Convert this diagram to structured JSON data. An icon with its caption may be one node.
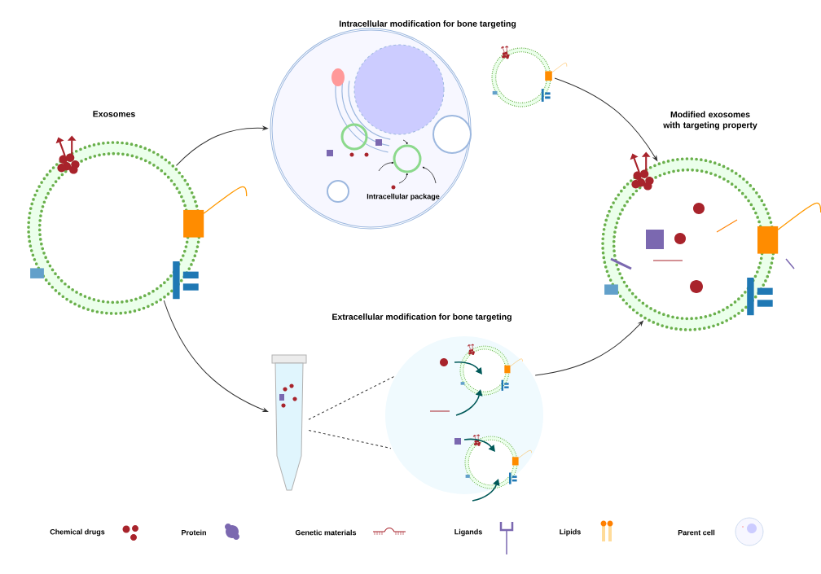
{
  "diagram": {
    "nodes": [
      {
        "text": [
          "Exosomes"
        ]
      },
      {
        "text": [
          "Intracellular modification for bone targeting",
          "Intracellular package"
        ]
      },
      {
        "text": [],
        "shape": "circle"
      },
      {
        "text": [],
        "shape": "picture"
      },
      {
        "text": [
          "Extracellular modification for bone targeting"
        ]
      },
      {
        "text": [
          "Modified exosomes with targeting property"
        ]
      }
    ],
    "edges": [
      {
        "from": 0,
        "to": 1,
        "arrow": "to"
      },
      {
        "from": 0,
        "to": 3,
        "arrow": "to"
      },
      {
        "from": 2,
        "to": 5,
        "arrow": "to"
      },
      {
        "from": 3,
        "to": 4,
        "arrow": "none",
        "style": "dashed"
      },
      {
        "from": 3,
        "to": 4,
        "arrow": "none",
        "style": "dashed"
      },
      {
        "from": 4,
        "to": 5,
        "arrow": "to"
      }
    ],
    "legend": [
      {
        "text": "Chemical drugs"
      },
      {
        "text": "Protein"
      },
      {
        "text": "Genetic materials"
      },
      {
        "text": "Ligands"
      },
      {
        "text": "Lipids"
      },
      {
        "text": "Parent cell"
      }
    ]
  }
}
